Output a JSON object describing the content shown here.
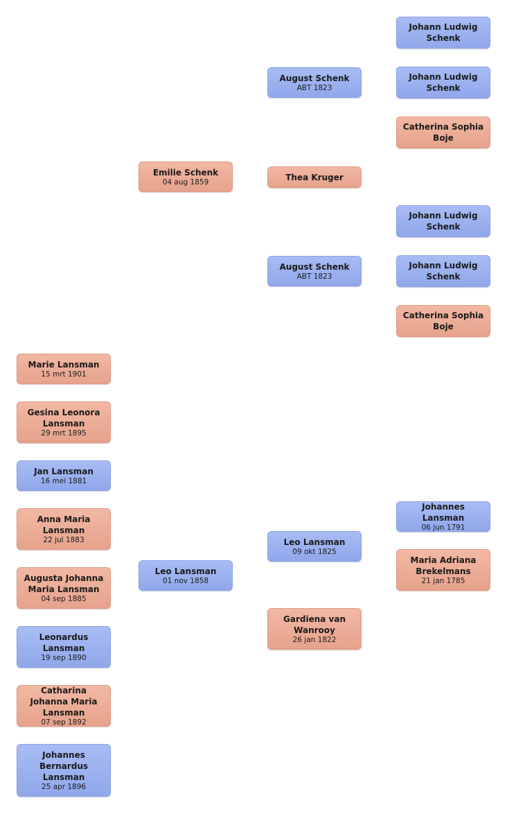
{
  "people": {
    "ggp1": {
      "name": "Johann Ludwig Schenk",
      "date": ""
    },
    "ggp2": {
      "name": "Johann Ludwig Schenk",
      "date": ""
    },
    "ggp3": {
      "name": "Catherina Sophia Boje",
      "date": ""
    },
    "ggp4": {
      "name": "Johann Ludwig Schenk",
      "date": ""
    },
    "ggp5": {
      "name": "Johann Ludwig Schenk",
      "date": ""
    },
    "ggp6": {
      "name": "Catherina Sophia Boje",
      "date": ""
    },
    "ggp7": {
      "name": "Johannes Lansman",
      "date": "06 jun 1791"
    },
    "ggp8": {
      "name": "Maria Adriana Brekelmans",
      "date": "21 jan 1785"
    },
    "gp1": {
      "name": "August Schenk",
      "date": "ABT 1823"
    },
    "gp2": {
      "name": "Thea Kruger",
      "date": ""
    },
    "gp3": {
      "name": "August Schenk",
      "date": "ABT 1823"
    },
    "gp4": {
      "name": "Leo Lansman",
      "date": "09 okt 1825"
    },
    "gp5": {
      "name": "Gardiena van Wanrooy",
      "date": "26 jan 1822"
    },
    "p1": {
      "name": "Emilie Schenk",
      "date": "04 aug 1859"
    },
    "p2": {
      "name": "Leo Lansman",
      "date": "01 nov 1858"
    },
    "c1": {
      "name": "Marie Lansman",
      "date": "15 mrt 1901"
    },
    "c2": {
      "name": "Gesina Leonora Lansman",
      "date": "29 mrt 1895"
    },
    "c3": {
      "name": "Jan Lansman",
      "date": "16 mei 1881"
    },
    "c4": {
      "name": "Anna Maria Lansman",
      "date": "22 jul 1883"
    },
    "c5": {
      "name": "Augusta Johanna Maria Lansman",
      "date": "04 sep 1885"
    },
    "c6": {
      "name": "Leonardus Lansman",
      "date": "19 sep 1890"
    },
    "c7": {
      "name": "Catharina Johanna Maria Lansman",
      "date": "07 sep 1892"
    },
    "c8": {
      "name": "Johannes Bernardus Lansman",
      "date": "25 apr 1896"
    }
  }
}
